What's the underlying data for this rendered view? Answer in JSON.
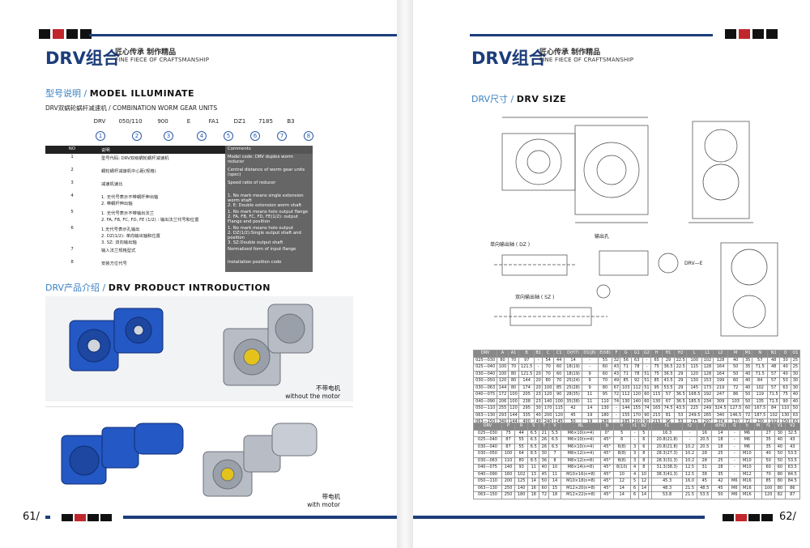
{
  "left": {
    "title": "DRV组合",
    "tag_cn": "匠心传承 制作精品",
    "tag_en": "FINE FIECE OF CRAFTSMANSHIP",
    "model_section_cn": "型号说明 /",
    "model_section_en": "MODEL ILLUMINATE",
    "units_label": "DRV双蜗轮蜗杆减速机 / COMBINATION WORM GEAR UNITS",
    "codes": [
      "DRV",
      "050/110",
      "900",
      "E",
      "FA1",
      "DZ1",
      "7185",
      "B3"
    ],
    "circles": [
      "1",
      "2",
      "3",
      "4",
      "5",
      "6",
      "7",
      "8"
    ],
    "table_headers": [
      "NO",
      "说明",
      "Comments"
    ],
    "rows": [
      {
        "no": "1",
        "cn": "型号代码: DRV双级蜗轮蜗杆减速机",
        "en": "Model code: DRV duplex worm reducer"
      },
      {
        "no": "2",
        "cn": "蜗轮蜗杆减速机中心距(规格)",
        "en": "Central distance of worm gear units (spec)"
      },
      {
        "no": "3",
        "cn": "减速机速比",
        "en": "Speed ratio of reducer"
      },
      {
        "no": "4",
        "cn": "1. 无代号表示不带蜗杆伸出轴\n2. 带蜗杆伸出轴",
        "en": "1. No mark means single extension worm shaft\n2. E: Double extension worm shaft"
      },
      {
        "no": "5",
        "cn": "1. 无代号表示不带输出法兰\n2. FA, FB, FC, FD, FE (1/2) : 输出法兰代号和位置",
        "en": "1. No mark means hole output flange\n2. FA, FB, FC, FD, FE(1/2): output Flange and position"
      },
      {
        "no": "6",
        "cn": "1.无代号表示孔输出\n2. DZ(1/2): 单向输出轴和位置\n3. SZ: 双向输出轴",
        "en": "1. No mark means hole output\n2. DZ(1/2):Single output shaft and position\n3. SZ:Double output shaft"
      },
      {
        "no": "7",
        "cn": "输入法兰规格型式",
        "en": "Normalized form of input flange"
      },
      {
        "no": "8",
        "cn": "安装方位代号",
        "en": "Installation position code"
      }
    ],
    "product_section_cn": "DRV产品介绍 /",
    "product_section_en": "DRV PRODUCT INTRODUCTION",
    "cap1_cn": "不带电机",
    "cap1_en": "without the motor",
    "cap2_cn": "带电机",
    "cap2_en": "with motor",
    "page_num": "61/"
  },
  "right": {
    "title": "DRV组合",
    "tag_cn": "匠心传承 制作精品",
    "tag_en": "FINE FIECE OF CRAFTSMANSHIP",
    "size_section_cn": "DRV尺寸 /",
    "size_section_en": "DRV SIZE",
    "label_dz": "单向输出轴 ( DZ )",
    "label_sz": "双向输出轴 ( SZ )",
    "label_out": "输出孔",
    "label_drve": "DRV—E",
    "page_num": "62/",
    "table1_headers": [
      "DRV",
      "A",
      "A1",
      "B",
      "B1",
      "C",
      "C1",
      "D(H7)",
      "D1(j6)",
      "E(h8)",
      "F",
      "G",
      "G1",
      "G2",
      "H",
      "H1",
      "H2",
      "L",
      "L1",
      "L2",
      "M",
      "M1",
      "N",
      "N1",
      "O",
      "O1"
    ],
    "table1_rows": [
      [
        "025—030",
        "80",
        "70",
        "97",
        "-",
        "54",
        "44",
        "14",
        "-",
        "55",
        "32",
        "56",
        "63",
        "-",
        "65",
        "29",
        "22.5",
        "100",
        "102",
        "128",
        "40",
        "35",
        "57",
        "48",
        "30",
        "25"
      ],
      [
        "025—040",
        "100",
        "70",
        "121.5",
        "-",
        "70",
        "60",
        "18(19)",
        "-",
        "60",
        "43",
        "71",
        "78",
        "-",
        "75",
        "36.5",
        "22.5",
        "115",
        "128",
        "164",
        "50",
        "35",
        "71.5",
        "48",
        "40",
        "25"
      ],
      [
        "030—040",
        "100",
        "80",
        "121.5",
        "20",
        "70",
        "60",
        "18(19)",
        "9",
        "60",
        "43",
        "71",
        "78",
        "51",
        "75",
        "36.5",
        "29",
        "120",
        "128",
        "164",
        "50",
        "40",
        "71.5",
        "57",
        "40",
        "30"
      ],
      [
        "030—050",
        "120",
        "80",
        "144",
        "20",
        "80",
        "70",
        "25(24)",
        "9",
        "70",
        "49",
        "85",
        "92",
        "51",
        "85",
        "43.5",
        "29",
        "130",
        "153",
        "199",
        "60",
        "40",
        "84",
        "57",
        "50",
        "30"
      ],
      [
        "030—063",
        "144",
        "80",
        "174",
        "20",
        "100",
        "85",
        "25(28)",
        "9",
        "80",
        "67",
        "103",
        "112",
        "51",
        "95",
        "53.5",
        "29",
        "145",
        "173",
        "219",
        "72",
        "40",
        "102",
        "57",
        "63",
        "30"
      ],
      [
        "040—075",
        "172",
        "100",
        "205",
        "23",
        "120",
        "90",
        "28(35)",
        "11",
        "95",
        "72",
        "112",
        "120",
        "60",
        "115",
        "57",
        "36.5",
        "168.5",
        "192",
        "247",
        "86",
        "50",
        "119",
        "71.5",
        "75",
        "40"
      ],
      [
        "040—090",
        "206",
        "100",
        "238",
        "23",
        "140",
        "100",
        "35(38)",
        "11",
        "110",
        "74",
        "130",
        "140",
        "60",
        "130",
        "67",
        "36.5",
        "185.5",
        "234",
        "309",
        "103",
        "50",
        "135",
        "71.5",
        "90",
        "40"
      ],
      [
        "050—110",
        "255",
        "120",
        "295",
        "30",
        "170",
        "115",
        "42",
        "14",
        "130",
        "-",
        "144",
        "155",
        "74",
        "165",
        "74.5",
        "43.5",
        "225",
        "249",
        "324.5",
        "127.5",
        "60",
        "167.5",
        "84",
        "110",
        "50"
      ],
      [
        "063—130",
        "293",
        "144",
        "335",
        "40",
        "200",
        "120",
        "45",
        "19",
        "180",
        "-",
        "155",
        "170",
        "90",
        "215",
        "81",
        "53",
        "249.5",
        "265",
        "340",
        "146.5",
        "72",
        "187.5",
        "102",
        "130",
        "63"
      ],
      [
        "063—150",
        "340",
        "144",
        "400",
        "40",
        "240",
        "145",
        "50",
        "19",
        "180",
        "-",
        "185",
        "200",
        "90",
        "215",
        "96",
        "53",
        "275",
        "297",
        "374",
        "170",
        "72",
        "230",
        "102",
        "150",
        "63"
      ]
    ],
    "table2_headers": [
      "DRV",
      "P",
      "R",
      "S",
      "T",
      "V",
      "BL",
      "b",
      "h",
      "t1",
      "b2",
      "",
      "t1",
      "t2",
      "f",
      "d(h6)",
      "l1",
      "h",
      "M",
      "f1",
      "V1",
      "V2"
    ],
    "table2_rows": [
      [
        "025—030",
        "75",
        "44",
        "6.5",
        "21",
        "5.5",
        "M6×10(n=4)",
        "0°",
        "5",
        "-",
        "5",
        "",
        "16.3",
        "-",
        "16",
        "14",
        "-",
        "M6",
        "",
        "27",
        "30",
        "32.5"
      ],
      [
        "025—040",
        "87",
        "55",
        "6.5",
        "26",
        "6.5",
        "M6×10(n=4)",
        "45°",
        "6",
        "-",
        "6",
        "",
        "20.8(21.8)",
        "-",
        "20.5",
        "18",
        "-",
        "M6",
        "",
        "35",
        "40",
        "43"
      ],
      [
        "030—040",
        "87",
        "55",
        "6.5",
        "26",
        "6.5",
        "M6×10(n=4)",
        "45°",
        "6(8)",
        "3",
        "6",
        "",
        "20.8(21.8)",
        "10.2",
        "20.5",
        "18",
        "-",
        "M6",
        "",
        "35",
        "40",
        "43"
      ],
      [
        "030—050",
        "100",
        "64",
        "8.5",
        "30",
        "7",
        "M8×12(n=4)",
        "45°",
        "8(8)",
        "3",
        "8",
        "",
        "28.3(27.3)",
        "10.2",
        "28",
        "25",
        "-",
        "M10",
        "",
        "40",
        "50",
        "53.5"
      ],
      [
        "030—063",
        "110",
        "80",
        "8.5",
        "36",
        "8",
        "M8×12(n=8)",
        "45°",
        "8(8)",
        "3",
        "8",
        "",
        "28.3(31.3)",
        "10.2",
        "28",
        "25",
        "-",
        "M10",
        "",
        "50",
        "50",
        "53.5"
      ],
      [
        "040—075",
        "140",
        "93",
        "11",
        "40",
        "10",
        "M8×14(n=8)",
        "45°",
        "8(10)",
        "4",
        "8",
        "",
        "31.3(38.3)",
        "12.5",
        "31",
        "28",
        "-",
        "M10",
        "",
        "60",
        "60",
        "63.5"
      ],
      [
        "040—090",
        "160",
        "102",
        "13",
        "45",
        "11",
        "M10×16(n=8)",
        "45°",
        "10",
        "4",
        "10",
        "",
        "38.3(41.3)",
        "12.5",
        "38",
        "35",
        "-",
        "M12",
        "",
        "70",
        "80",
        "84.5"
      ],
      [
        "050—110",
        "200",
        "125",
        "14",
        "50",
        "14",
        "M10×18(n=8)",
        "45°",
        "12",
        "5",
        "12",
        "",
        "45.3",
        "16.0",
        "45",
        "42",
        "M6",
        "M16",
        "",
        "85",
        "80",
        "84.5"
      ],
      [
        "063—130",
        "250",
        "140",
        "16",
        "60",
        "15",
        "M12×20(n=8)",
        "45°",
        "14",
        "6",
        "14",
        "",
        "48.3",
        "21.5",
        "48.5",
        "45",
        "M6",
        "M16",
        "",
        "100",
        "80",
        "86"
      ],
      [
        "063—150",
        "250",
        "180",
        "18",
        "72",
        "18",
        "M12×22(n=8)",
        "45°",
        "14",
        "6",
        "14",
        "",
        "53.8",
        "21.5",
        "53.5",
        "50",
        "M6",
        "M16",
        "",
        "120",
        "82",
        "87"
      ]
    ]
  }
}
